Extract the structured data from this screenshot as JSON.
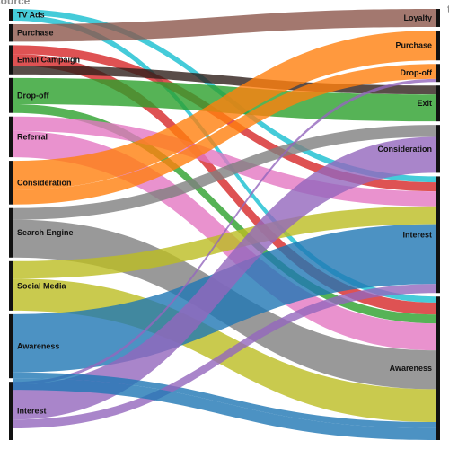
{
  "chart_data": {
    "type": "sankey",
    "source_axis_title": "source",
    "target_axis_title": "target",
    "sources": [
      {
        "name": "TV Ads",
        "value": 4
      },
      {
        "name": "Purchase",
        "value": 6
      },
      {
        "name": "Email Campaign",
        "value": 10
      },
      {
        "name": "Drop-off",
        "value": 12
      },
      {
        "name": "Referral",
        "value": 14
      },
      {
        "name": "Consideration",
        "value": 15
      },
      {
        "name": "Search Engine",
        "value": 17
      },
      {
        "name": "Social Media",
        "value": 17
      },
      {
        "name": "Awareness",
        "value": 22
      },
      {
        "name": "Interest",
        "value": 20
      }
    ],
    "targets": [
      {
        "name": "Loyalty",
        "value": 6
      },
      {
        "name": "Purchase",
        "value": 10
      },
      {
        "name": "Drop-off",
        "value": 6
      },
      {
        "name": "Exit",
        "value": 12
      },
      {
        "name": "Consideration",
        "value": 16
      },
      {
        "name": "Interest",
        "value": 39
      },
      {
        "name": "Awareness",
        "value": 48
      }
    ],
    "flows": [
      {
        "source": "TV Ads",
        "target": "Interest",
        "value": 2,
        "color": "#17becf"
      },
      {
        "source": "TV Ads",
        "target": "Awareness",
        "value": 2,
        "color": "#17becf"
      },
      {
        "source": "Purchase",
        "target": "Loyalty",
        "value": 6,
        "color": "#8c564b"
      },
      {
        "source": "Email Campaign",
        "target": "Interest",
        "value": 3,
        "color": "#d62728"
      },
      {
        "source": "Email Campaign",
        "target": "Awareness",
        "value": 4,
        "color": "#d62728"
      },
      {
        "source": "Email Campaign",
        "target": "Exit",
        "value": 3,
        "color": "#2f1f1a"
      },
      {
        "source": "Drop-off",
        "target": "Exit",
        "value": 9,
        "color": "#2ca02c"
      },
      {
        "source": "Drop-off",
        "target": "Awareness",
        "value": 3,
        "color": "#2ca02c"
      },
      {
        "source": "Referral",
        "target": "Interest",
        "value": 5,
        "color": "#e377c2"
      },
      {
        "source": "Referral",
        "target": "Awareness",
        "value": 9,
        "color": "#e377c2"
      },
      {
        "source": "Consideration",
        "target": "Purchase",
        "value": 10,
        "color": "#ff7f0e"
      },
      {
        "source": "Consideration",
        "target": "Drop-off",
        "value": 5,
        "color": "#ff7f0e"
      },
      {
        "source": "Search Engine",
        "target": "Consideration",
        "value": 4,
        "color": "#7f7f7f"
      },
      {
        "source": "Search Engine",
        "target": "Awareness",
        "value": 13,
        "color": "#7f7f7f"
      },
      {
        "source": "Social Media",
        "target": "Interest",
        "value": 6,
        "color": "#bcbd22"
      },
      {
        "source": "Social Media",
        "target": "Awareness",
        "value": 11,
        "color": "#bcbd22"
      },
      {
        "source": "Awareness",
        "target": "Interest",
        "value": 20,
        "color": "#1f77b4"
      },
      {
        "source": "Interest",
        "target": "Drop-off",
        "value": 1,
        "color": "#9467bd"
      },
      {
        "source": "Interest",
        "target": "Consideration",
        "value": 12,
        "color": "#9467bd"
      },
      {
        "source": "Awareness",
        "target": "Awareness",
        "value": 2,
        "color": "#1f77b4"
      },
      {
        "source": "Interest",
        "target": "Interest",
        "value": 3,
        "color": "#9467bd"
      },
      {
        "source": "Awareness",
        "target": "Awareness",
        "value": 4,
        "color": "#1f77b4"
      }
    ]
  }
}
